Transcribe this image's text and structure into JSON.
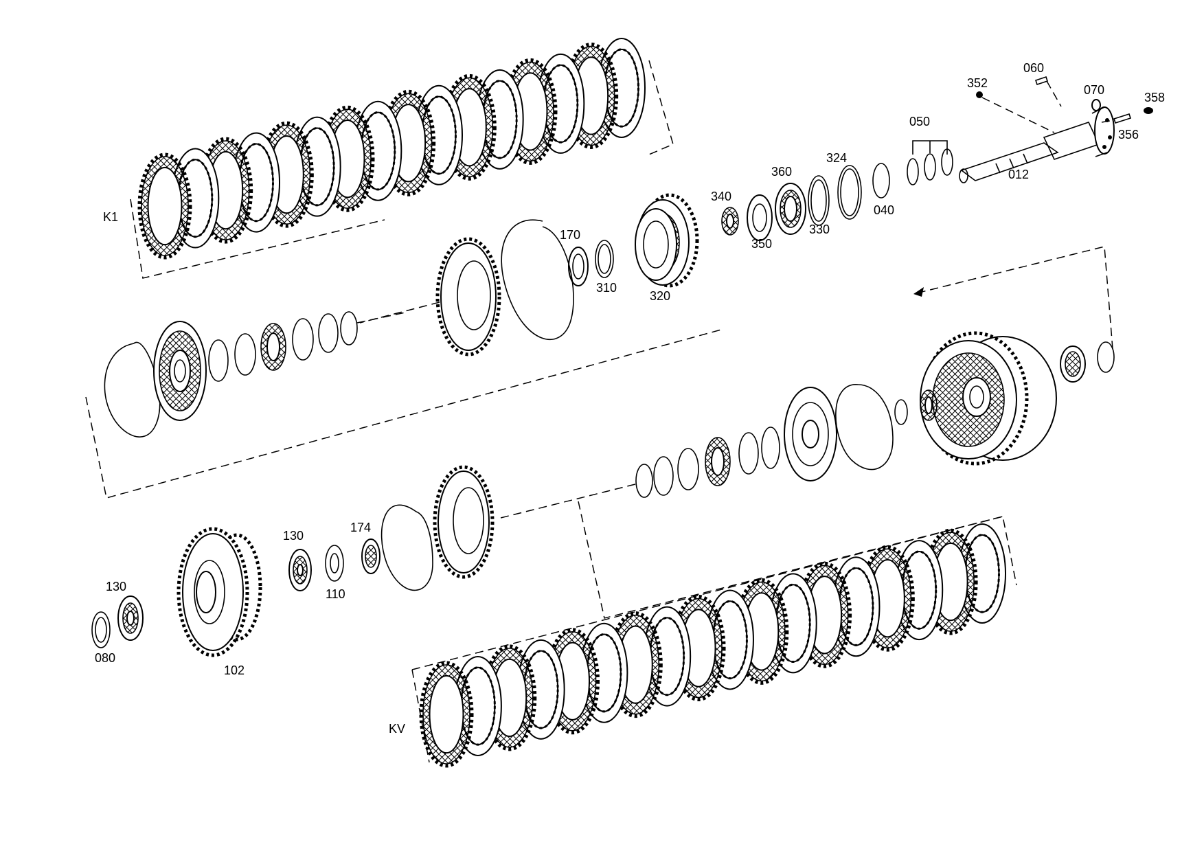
{
  "labels": {
    "k1": "K1",
    "kv": "KV",
    "l012": "012",
    "l040": "040",
    "l050": "050",
    "l060": "060",
    "l070": "070",
    "l080": "080",
    "l102": "102",
    "l110": "110",
    "l130a": "130",
    "l130b": "130",
    "l170": "170",
    "l174": "174",
    "l310": "310",
    "l320": "320",
    "l324": "324",
    "l330": "330",
    "l340": "340",
    "l350": "350",
    "l352": "352",
    "l356": "356",
    "l358": "358",
    "l360": "360"
  }
}
